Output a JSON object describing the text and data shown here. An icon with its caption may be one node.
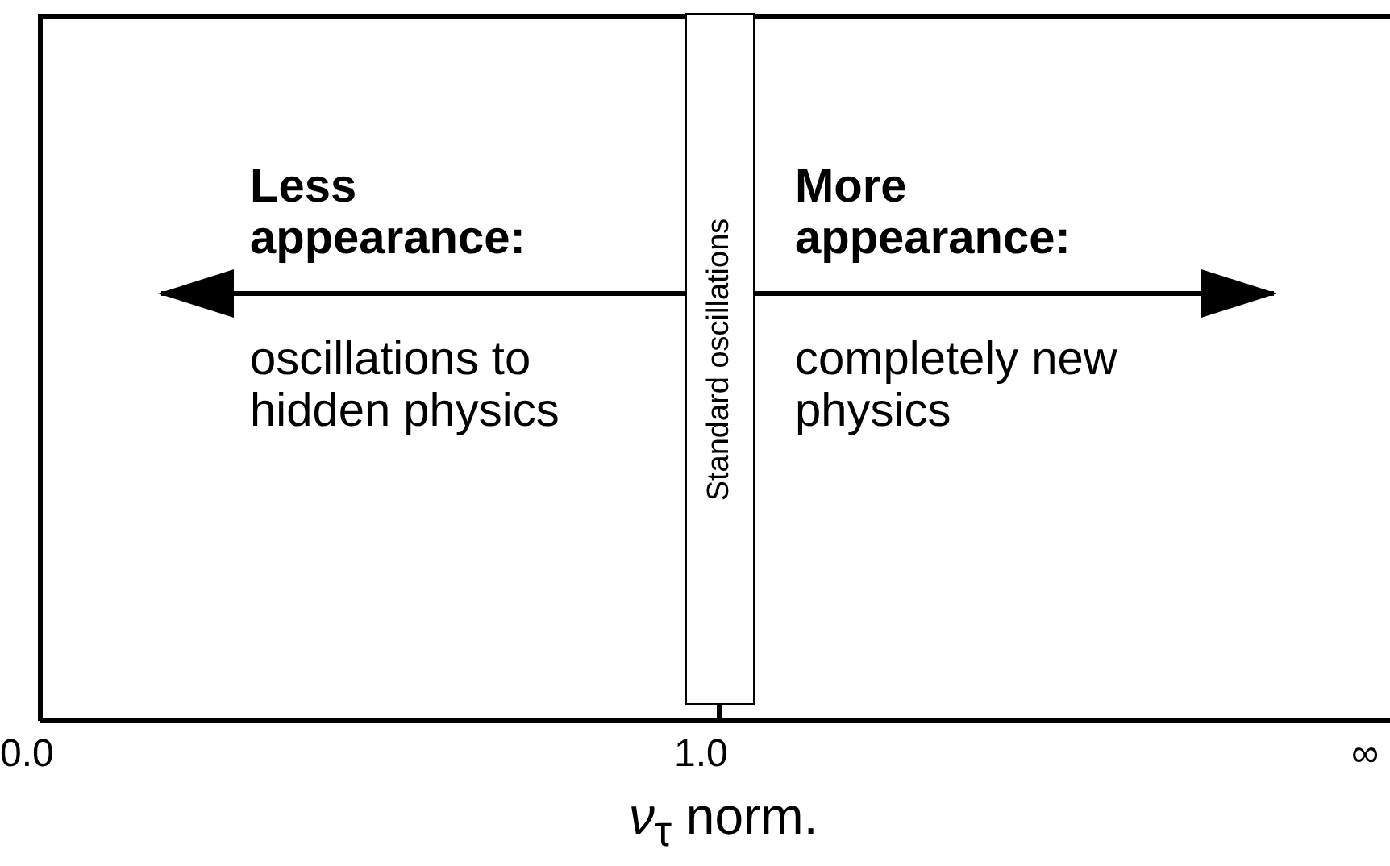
{
  "diagram": {
    "nodes": [
      {
        "text": [
          "Standard oscillations"
        ]
      }
    ],
    "edges": [],
    "labels": [
      "Less appearance:",
      "oscillations to hidden physics",
      "More appearance:",
      "completely new physics",
      "0.0",
      "1.0",
      "∞",
      "*ν*$_{τ}$ norm."
    ]
  }
}
